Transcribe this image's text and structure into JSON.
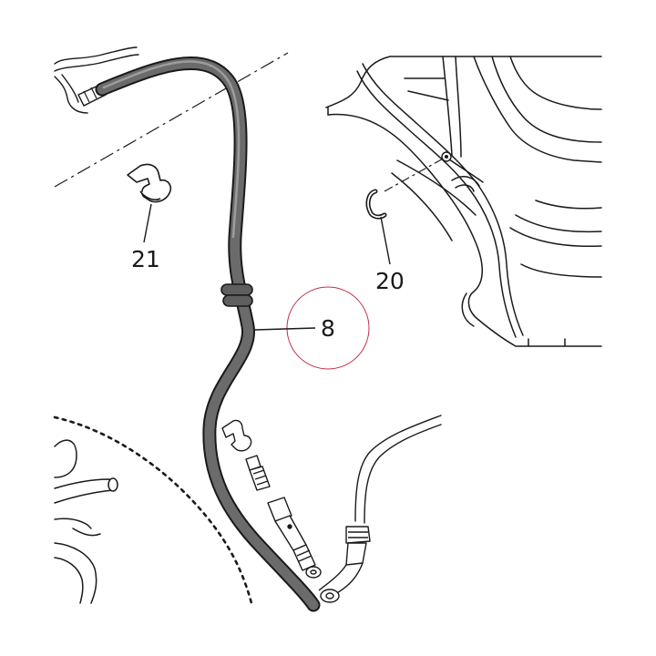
{
  "callouts": {
    "hose": "8",
    "clip": "20",
    "bracket": "21"
  },
  "colors": {
    "line": "#1a1a1a",
    "hose_fill": "#6b6b6b",
    "highlight_circle": "#c0324a"
  }
}
